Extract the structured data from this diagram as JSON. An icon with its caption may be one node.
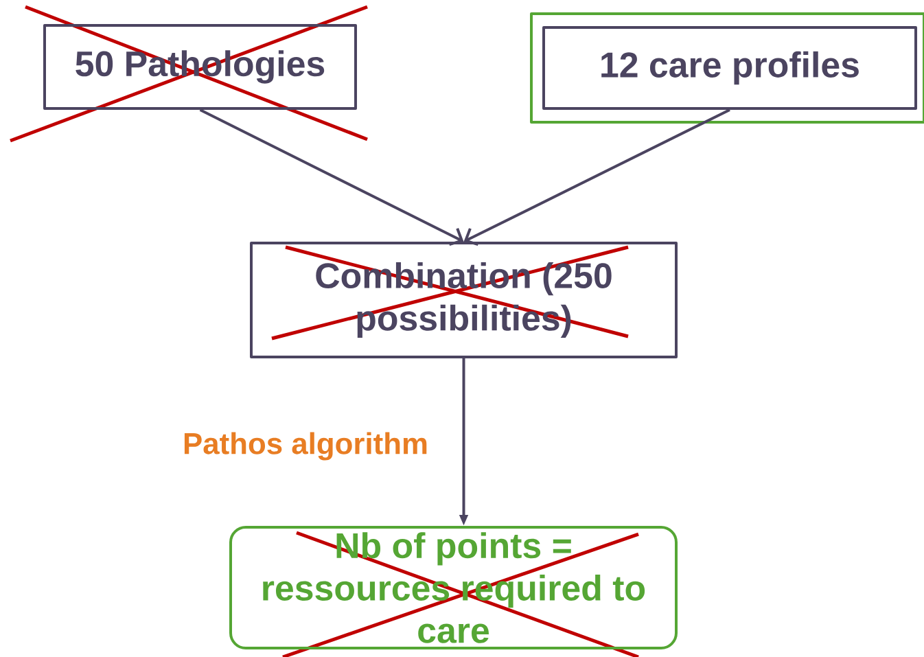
{
  "diagram": {
    "nodes": [
      {
        "text": [
          "50 Pathologies"
        ]
      },
      {
        "text": [],
        "shape": "box"
      },
      {
        "text": [
          "12 care profiles"
        ],
        "in": 1
      },
      {
        "text": [
          "Combination (250 possibilities)"
        ]
      },
      {
        "text": [
          "Nb of points = ressources required to care"
        ]
      }
    ],
    "edges": [
      {
        "from": 0,
        "to": 3,
        "arrow": "to"
      },
      {
        "from": 2,
        "to": 3,
        "arrow": "to"
      },
      {
        "from": 3,
        "to": 4,
        "arrow": "to",
        "label": "Pathos algorithm"
      }
    ]
  }
}
